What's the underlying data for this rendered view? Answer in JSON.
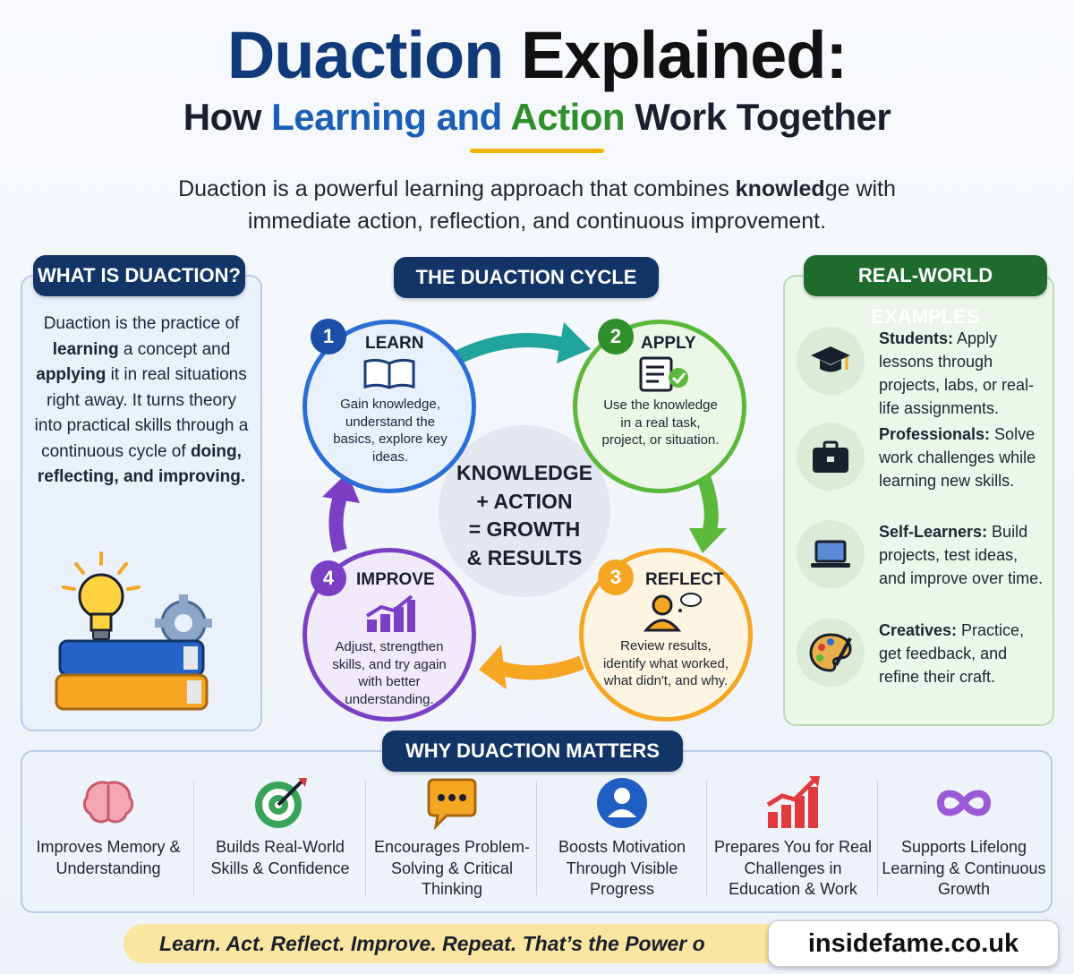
{
  "header": {
    "title_part1": "Duaction",
    "title_part2": "Explained:",
    "subtitle_part1": "How",
    "subtitle_learning": "Learning",
    "subtitle_and": "and",
    "subtitle_action": "Action",
    "subtitle_part2": "Work Together",
    "intro_line1_a": "Duaction is a powerful learning approach that combines ",
    "intro_line1_bold": "knowled",
    "intro_line1_b": "ge with",
    "intro_line2": "immediate action, reflection, and continuous improvement."
  },
  "what": {
    "heading": "WHAT IS DUACTION?",
    "t1": "Duaction is the practice of ",
    "b1": "learning",
    "t2": " a concept and ",
    "b2": "applying",
    "t3": " it in real situations right away. It turns theory into practical skills through a continuous cycle of ",
    "b3": "doing, reflecting, and improving."
  },
  "cycle": {
    "heading": "THE DUACTION CYCLE",
    "center": [
      "KNOWLEDGE",
      "+ ACTION",
      "= GROWTH",
      "& RESULTS"
    ],
    "steps": [
      {
        "num": "1",
        "title": "LEARN",
        "desc": "Gain knowledge, understand the basics, explore key ideas.",
        "color": "#2b6fd6"
      },
      {
        "num": "2",
        "title": "APPLY",
        "desc": "Use the knowledge in a real task, project, or situation.",
        "color": "#5cb83a"
      },
      {
        "num": "3",
        "title": "REFLECT",
        "desc": "Review results, identify what worked, what didn't, and why.",
        "color": "#f5a623"
      },
      {
        "num": "4",
        "title": "IMPROVE",
        "desc": "Adjust, strengthen skills, and try again with better understanding.",
        "color": "#7b3fc4"
      }
    ]
  },
  "examples": {
    "heading": "REAL-WORLD EXAMPLES",
    "items": [
      {
        "label": "Students:",
        "text": " Apply lessons through projects, labs, or real-life assignments.",
        "icon": "graduation-cap-icon"
      },
      {
        "label": "Professionals:",
        "text": " Solve work challenges while learning new skills.",
        "icon": "briefcase-icon"
      },
      {
        "label": "Self-Learners:",
        "text": " Build projects, test ideas, and improve over time.",
        "icon": "laptop-icon"
      },
      {
        "label": "Creatives:",
        "text": " Practice, get feedback, and refine their craft.",
        "icon": "palette-icon"
      }
    ]
  },
  "why": {
    "heading": "WHY DUACTION MATTERS",
    "items": [
      {
        "text": "Improves Memory & Understanding",
        "icon": "brain-icon"
      },
      {
        "text": "Builds Real-World Skills & Confidence",
        "icon": "target-icon"
      },
      {
        "text": "Encourages Problem-Solving & Critical Thinking",
        "icon": "chat-bubble-icon"
      },
      {
        "text": "Boosts Motivation Through Visible Progress",
        "icon": "user-icon"
      },
      {
        "text": "Prepares You for Real Challenges in Education & Work",
        "icon": "growth-chart-icon"
      },
      {
        "text": "Supports Lifelong Learning & Continuous Growth",
        "icon": "infinity-icon"
      }
    ]
  },
  "footer": {
    "tagline": "Learn. Act. Reflect. Improve. Repeat. That’s the Power o",
    "watermark": "insidefame.co.uk"
  }
}
